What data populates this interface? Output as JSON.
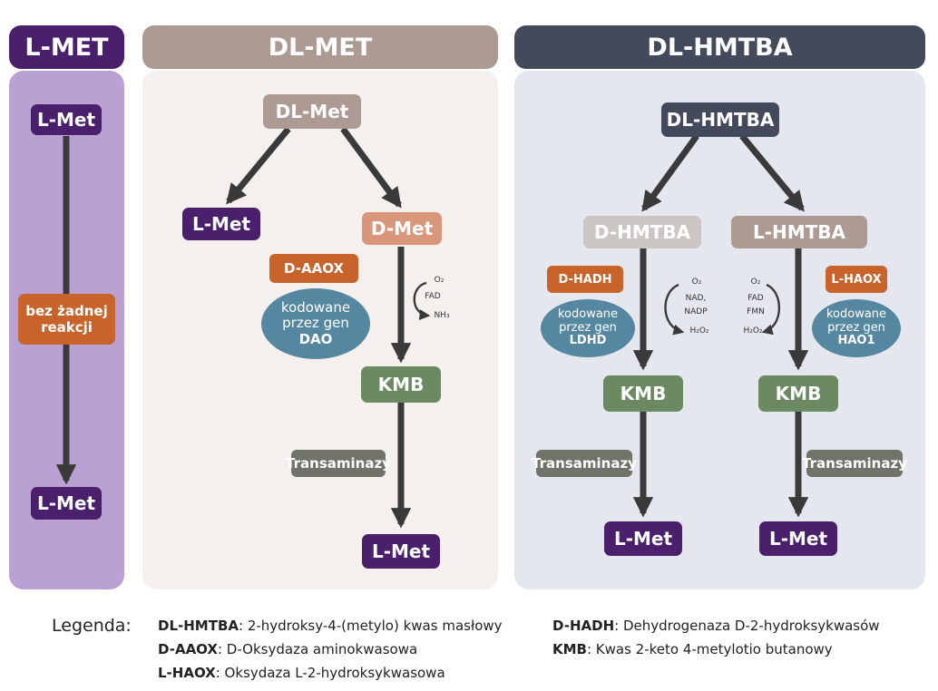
{
  "columns": {
    "lmet": {
      "title": "L-MET",
      "header_color": "#4a1f6b",
      "panel_color": "#b9a2d3"
    },
    "dlmet": {
      "title": "DL-MET",
      "header_color": "#ad9b93",
      "panel_color": "#f4f0ed"
    },
    "dlhmtba": {
      "title": "DL-HMTBA",
      "header_color": "#434a5c",
      "panel_color": "#e5e7ee"
    }
  },
  "lmet": {
    "start": "L-Met",
    "note_line1": "bez żadnej",
    "note_line2": "reakcji",
    "end": "L-Met"
  },
  "dlmet": {
    "root": "DL-Met",
    "left_product": "L-Met",
    "d_form": "D-Met",
    "enzyme": "D-AAOX",
    "gene_line1": "kodowane",
    "gene_line2": "przez gen",
    "gene_name": "DAO",
    "cofactor_in1": "O₂",
    "cofactor_in2": "FAD",
    "cofactor_out": "NH₃",
    "intermediate": "KMB",
    "transamination": "Transaminazy",
    "end": "L-Met"
  },
  "dlhmtba": {
    "root": "DL-HMTBA",
    "d_branch": {
      "form": "D-HMTBA",
      "enzyme": "D-HADH",
      "gene_line1": "kodowane",
      "gene_line2": "przez gen",
      "gene_name": "LDHD",
      "cof1": "O₂",
      "cof2": "NAD,",
      "cof3": "NADP",
      "cof_out": "H₂O₂",
      "intermediate": "KMB",
      "transamination": "Transaminazy",
      "end": "L-Met"
    },
    "l_branch": {
      "form": "L-HMTBA",
      "enzyme": "L-HAOX",
      "gene_line1": "kodowane",
      "gene_line2": "przez gen",
      "gene_name": "HAO1",
      "cof1": "O₂",
      "cof2": "FAD",
      "cof3": "FMN",
      "cof_out": "H₂O₂",
      "intermediate": "KMB",
      "transamination": "Transaminazy",
      "end": "L-Met"
    }
  },
  "legend": {
    "title": "Legenda:",
    "items": [
      {
        "abbr": "DL-HMTBA",
        "text": ": 2-hydroksy-4-(metylo) kwas masłowy"
      },
      {
        "abbr": "D-AAOX",
        "text": ": D-Oksydaza aminokwasowa"
      },
      {
        "abbr": "L-HAOX",
        "text": ": Oksydaza L-2-hydroksykwasowa"
      },
      {
        "abbr": "D-HADH",
        "text": ": Dehydrogenaza D-2-hydroksykwasów"
      },
      {
        "abbr": "KMB",
        "text": ": Kwas 2-keto 4-metylotio butanowy"
      }
    ]
  },
  "colors": {
    "arrow": "#3a3a3a",
    "node_purple": "#4a1f6b",
    "node_green": "#6b8a62",
    "enzyme_orange": "#c8642b",
    "gene_ellipse": "#5687a1"
  }
}
